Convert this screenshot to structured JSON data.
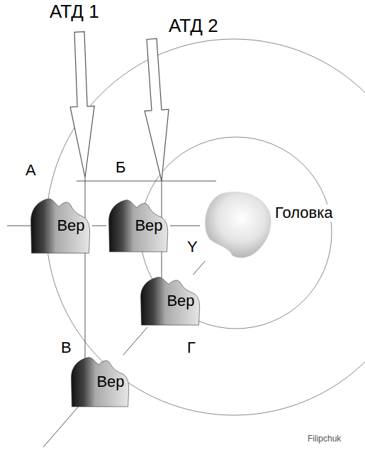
{
  "diagram": {
    "nodes": [
      {
        "text": [
          "Вер"
        ]
      },
      {
        "text": [
          "Вер"
        ]
      },
      {
        "text": [
          "Головка"
        ]
      },
      {
        "text": [
          "Вер"
        ]
      },
      {
        "text": [
          "Вер"
        ]
      }
    ],
    "edges": [
      {
        "from": 0,
        "to": 1,
        "arrow": "none"
      },
      {
        "from": 1,
        "to": 2,
        "arrow": "none"
      },
      {
        "from": 4,
        "to": 3,
        "arrow": "none"
      },
      {
        "from": 3,
        "to": 2,
        "arrow": "none"
      }
    ],
    "labels": [
      "АТД 1",
      "АТД 2",
      "А",
      "Б",
      "Y",
      "В",
      "Г",
      "Filipchuk"
    ]
  }
}
